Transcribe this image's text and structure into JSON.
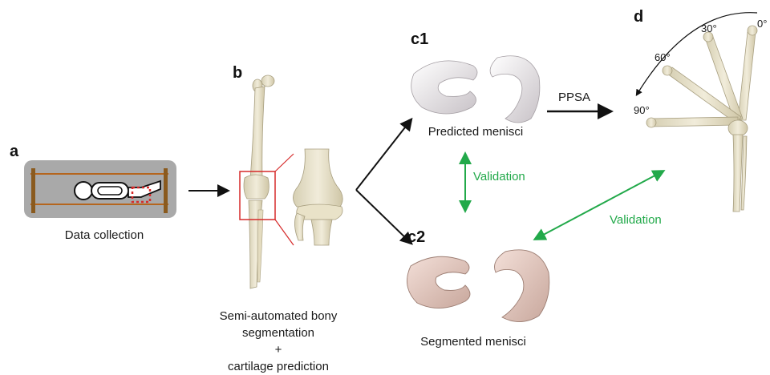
{
  "panels": {
    "a": {
      "letter": "a",
      "caption": "Data collection"
    },
    "b": {
      "letter": "b",
      "caption_lines": [
        "Semi-automated bony",
        "segmentation",
        "+",
        "cartilage prediction"
      ]
    },
    "c1": {
      "letter": "c1",
      "caption": "Predicted menisci"
    },
    "c2": {
      "letter": "c2",
      "caption": "Segmented menisci"
    },
    "d": {
      "letter": "d",
      "angles": [
        "0°",
        "30°",
        "60°",
        "90°"
      ]
    }
  },
  "arrows": {
    "ppsa_label": "PPSA",
    "validation_vertical": "Validation",
    "validation_diagonal": "Validation"
  },
  "colors": {
    "bone": "#ece6cf",
    "bone_shade": "#cdc4a3",
    "predicted_menisci": "#e9e4e8",
    "segmented_menisci": "#e8cfc7",
    "validation_green": "#22a94a",
    "highlight_red": "#d62a2a",
    "scanner_bg": "#a9a9a9",
    "scanner_rail": "#b5651d"
  }
}
